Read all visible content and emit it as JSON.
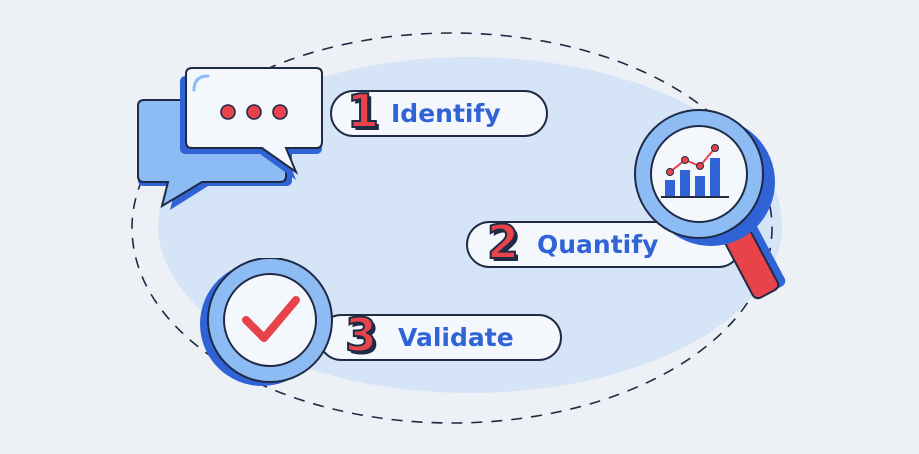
{
  "colors": {
    "background": "#edf1f6",
    "blob": "#d6e4f7",
    "accent_blue": "#2f63d6",
    "accent_red": "#e8424a",
    "outline": "#1f2a44"
  },
  "steps": [
    {
      "number": "1",
      "label": "Identify",
      "icon": "chat-bubbles-icon"
    },
    {
      "number": "2",
      "label": "Quantify",
      "icon": "magnifier-chart-icon"
    },
    {
      "number": "3",
      "label": "Validate",
      "icon": "checkmark-badge-icon"
    }
  ]
}
